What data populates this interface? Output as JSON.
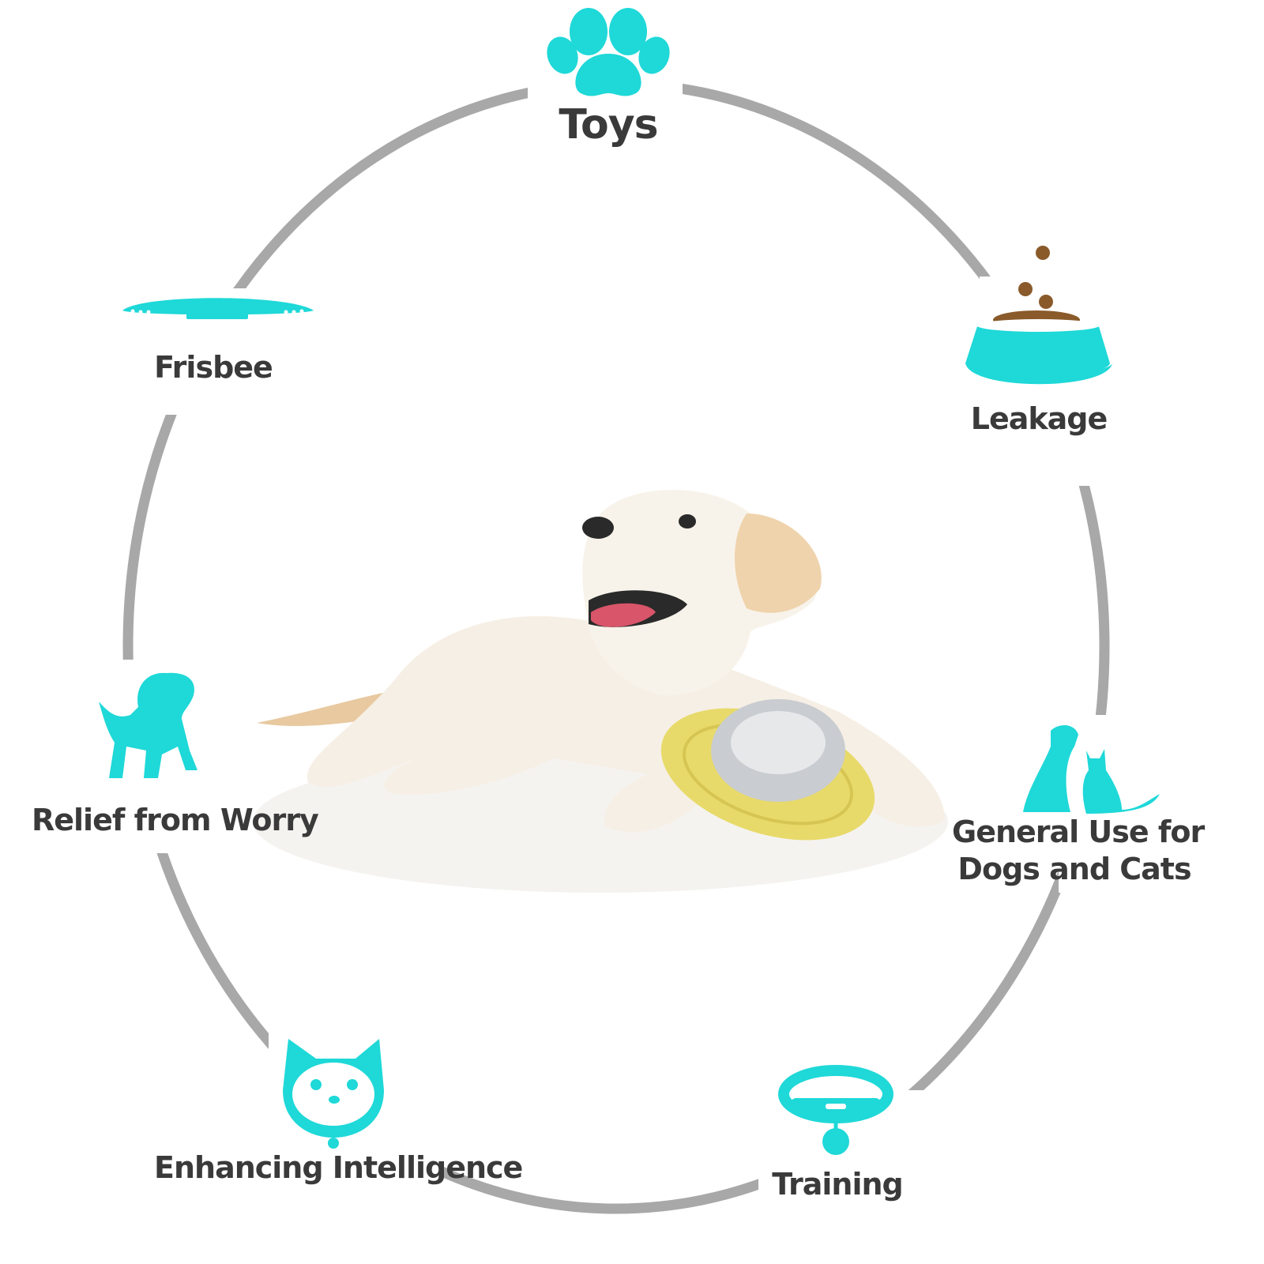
{
  "colors": {
    "accent": "#1fd8d8",
    "ring": "#a8a8a8",
    "text": "#3a3a3a",
    "toy": "#e8da6a"
  },
  "features": {
    "toys": "Toys",
    "frisbee": "Frisbee",
    "leakage": "Leakage",
    "relief": "Relief from Worry",
    "general_line1": "General Use for",
    "general_line2": "Dogs and Cats",
    "intelligence": "Enhancing Intelligence",
    "training": "Training"
  }
}
